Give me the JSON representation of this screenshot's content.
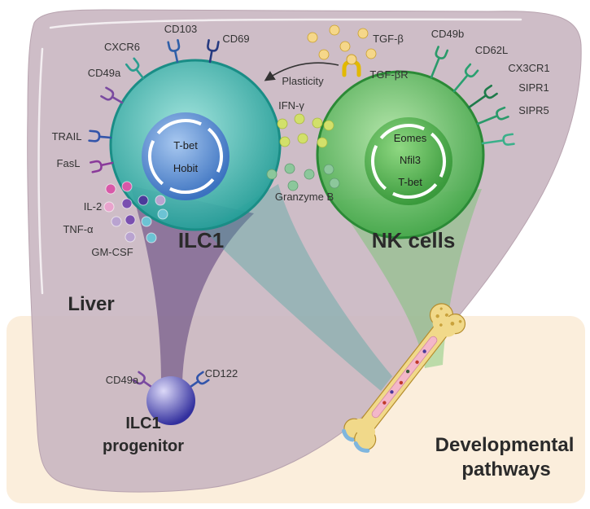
{
  "liver_label": "Liver",
  "ilc1": {
    "label": "ILC1",
    "nucleus": [
      "T-bet",
      "Hobit"
    ],
    "receptors": {
      "cxcr6": "CXCR6",
      "cd103": "CD103",
      "cd69": "CD69",
      "cd49a": "CD49a",
      "trail": "TRAIL",
      "fasl": "FasL"
    },
    "cytokines": {
      "il2": "IL-2",
      "tnfa": "TNF-α",
      "gmcsf": "GM-CSF"
    }
  },
  "nk": {
    "label": "NK cells",
    "nucleus": [
      "Eomes",
      "Nfil3",
      "T-bet"
    ],
    "receptors": {
      "cd49b": "CD49b",
      "cd62l": "CD62L",
      "cx3cr1": "CX3CR1",
      "sipr1": "SIPR1",
      "sipr5": "SIPR5"
    }
  },
  "crosstalk": {
    "tgfb": "TGF-β",
    "tgfbr": "TGF-βR",
    "plasticity": "Plasticity",
    "ifng": "IFN-γ",
    "granzyme_b": "Granzyme B"
  },
  "progenitor": {
    "label_line1": "ILC1",
    "label_line2": "progenitor",
    "receptors": {
      "cd49a": "CD49a",
      "cd122": "CD122"
    }
  },
  "pathways": {
    "line1": "Developmental",
    "line2": "pathways"
  },
  "colors": {
    "background_panel": "#fbeedc",
    "liver": "#c9b6c1",
    "ilc1_cell": "#1f9e97",
    "ilc1_nucleus": "#3b72c0",
    "nk_cell": "#3fa545",
    "nk_nucleus": "#3a9a3c",
    "progenitor": "#33309e",
    "bone": "#f1d98a",
    "tgfb": "#f5d78a",
    "ifng": "#d2e06a",
    "granzyme_b": "#8cc79b",
    "cytokine_pink": "#d858a8",
    "cytokine_light_pink": "#e9a3cd",
    "cytokine_purple": "#7a4fb0",
    "cytokine_dark": "#4a3a9a",
    "cytokine_lavender": "#b9a3d0",
    "cytokine_teal": "#6cc3d4"
  }
}
